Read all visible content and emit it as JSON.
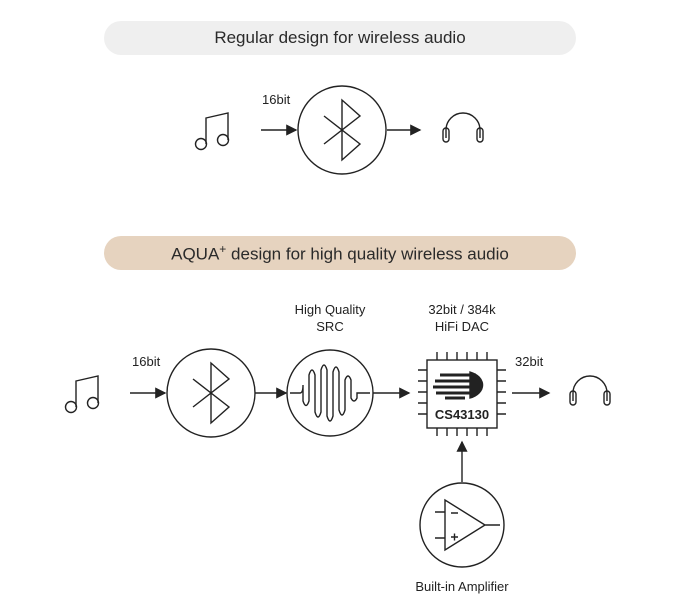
{
  "regular": {
    "title": "Regular design for wireless audio",
    "input_bits": "16bit"
  },
  "aqua": {
    "title_brand": "AQUA",
    "title_sup": "+",
    "title_rest": " design for high quality wireless audio",
    "input_bits": "16bit",
    "src_line1": "High Quality",
    "src_line2": "SRC",
    "dac_line1": "32bit / 384k",
    "dac_line2": "HiFi DAC",
    "chip_label": "CS43130",
    "output_bits": "32bit",
    "amp_label": "Built-in Amplifier"
  },
  "colors": {
    "regular_banner": "#efefef",
    "aqua_banner": "#e6d3bf",
    "stroke": "#222222"
  }
}
